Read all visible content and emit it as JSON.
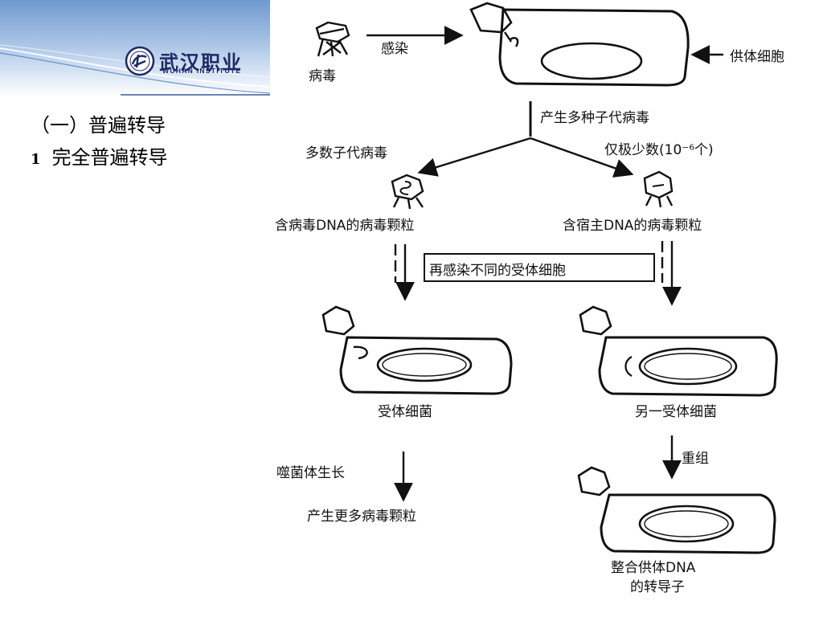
{
  "header": {
    "logo_text": "武汉职业",
    "logo_subtext": "WUHAN INSTITUTE"
  },
  "slide": {
    "section_title": "（一）普遍转导",
    "subsection_number": "1",
    "subsection_title": "完全普遍转导"
  },
  "diagram": {
    "virus": "病毒",
    "infect": "感染",
    "donor_cell": "供体细胞",
    "produce_progeny": "产生多种子代病毒",
    "majority_progeny": "多数子代病毒",
    "minority": "仅极少数(10⁻⁶个)",
    "viral_dna_particle": "含病毒DNA的病毒颗粒",
    "host_dna_particle": "含宿主DNA的病毒颗粒",
    "reinfect": "再感染不同的受体细胞",
    "recipient_cell": "受体细菌",
    "another_recipient": "另一受体细菌",
    "lytic_growth": "噬菌体生长",
    "recombination": "重组",
    "more_particles": "产生更多病毒颗粒",
    "integrated_line1": "整合供体DNA",
    "integrated_line2": "的转导子"
  },
  "colors": {
    "header_blue": "#7fa6d6",
    "header_light": "#d9e6f5",
    "logo_blue": "#1c2a66",
    "ink": "#111111"
  }
}
